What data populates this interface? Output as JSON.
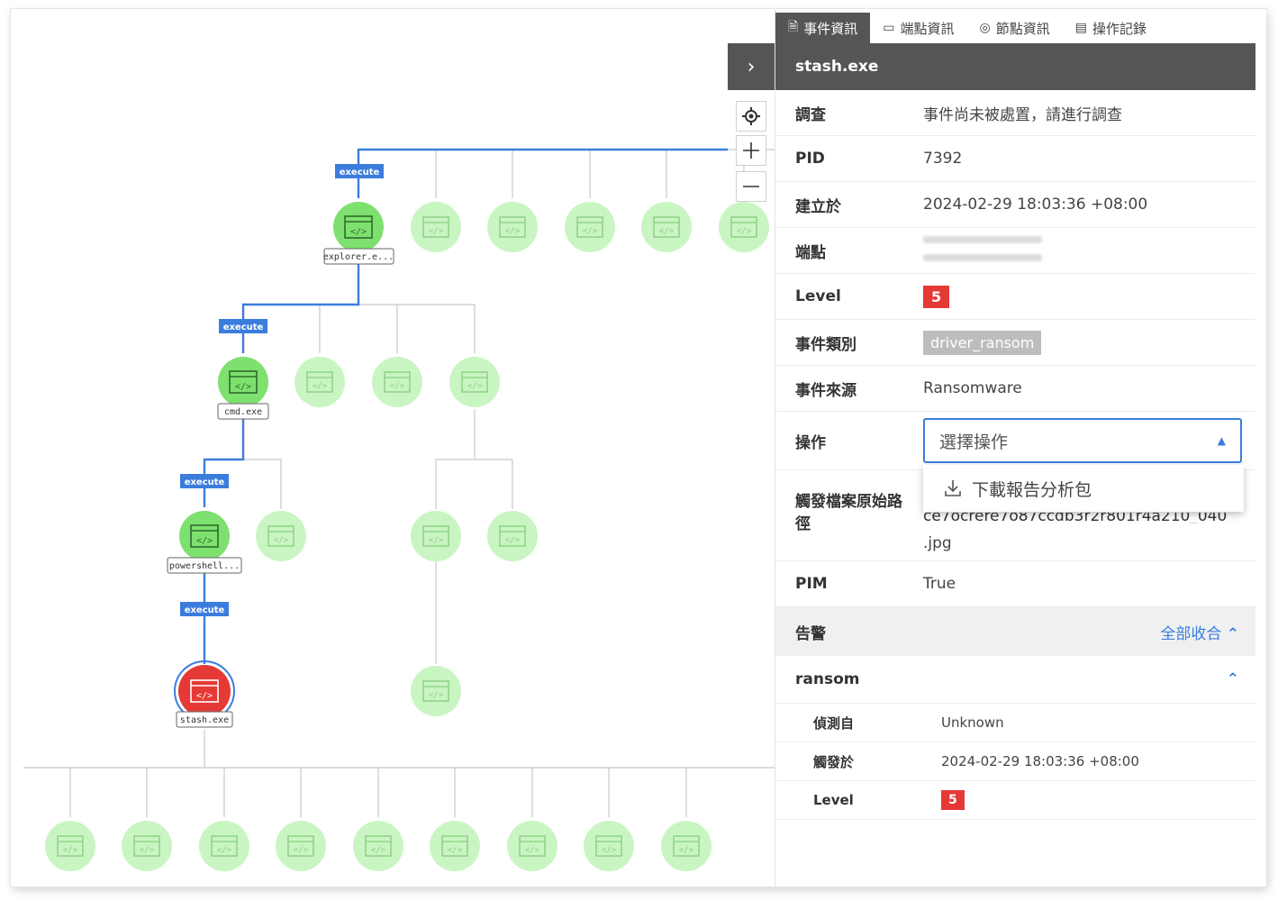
{
  "graph": {
    "edge_tag": "execute",
    "nodes": {
      "explorer": "explorer.e...",
      "cmd": "cmd.exe",
      "powershell": "powershell...",
      "stash": "stash.exe"
    },
    "colors": {
      "edge_active": "#3b7ddd",
      "edge_inactive": "#c8c8c8",
      "node_active": "#7ee06e",
      "node_inactive": "#c9f5c2",
      "node_alert": "#e53935"
    }
  },
  "zoom": {
    "locate_icon": "crosshair-icon",
    "zoom_in_icon": "plus-icon",
    "zoom_out_icon": "minus-icon"
  },
  "panel": {
    "collapse_icon": "chevron-right-icon",
    "tabs": [
      {
        "label": "事件資訊",
        "icon": "document-icon",
        "active": true
      },
      {
        "label": "端點資訊",
        "icon": "monitor-icon",
        "active": false
      },
      {
        "label": "節點資訊",
        "icon": "target-icon",
        "active": false
      },
      {
        "label": "操作記錄",
        "icon": "log-icon",
        "active": false
      }
    ],
    "title": "stash.exe",
    "fields": {
      "investigate_label": "調查",
      "investigate_value": "事件尚未被處置，請進行調查",
      "pid_label": "PID",
      "pid_value": "7392",
      "created_label": "建立於",
      "created_value": "2024-02-29 18:03:36 +08:00",
      "endpoint_label": "端點",
      "level_label": "Level",
      "level_value": "5",
      "category_label": "事件類別",
      "category_value": "driver_ransom",
      "source_label": "事件來源",
      "source_value": "Ransomware",
      "action_label": "操作",
      "action_placeholder": "選擇操作",
      "action_option": "下載報告分析包",
      "path_label": "觸發檔案原始路徑",
      "path_value_partial": "ce7ocrere7o87ccdb3r2r801r4a210_040",
      "path_value_ext": ".jpg",
      "pim_label": "PIM",
      "pim_value": "True"
    },
    "alerts": {
      "title": "告警",
      "collapse_all": "全部收合",
      "item_name": "ransom",
      "detected_label": "偵測自",
      "detected_value": "Unknown",
      "triggered_label": "觸發於",
      "triggered_value": "2024-02-29 18:03:36 +08:00",
      "level_label": "Level",
      "level_value": "5"
    }
  }
}
